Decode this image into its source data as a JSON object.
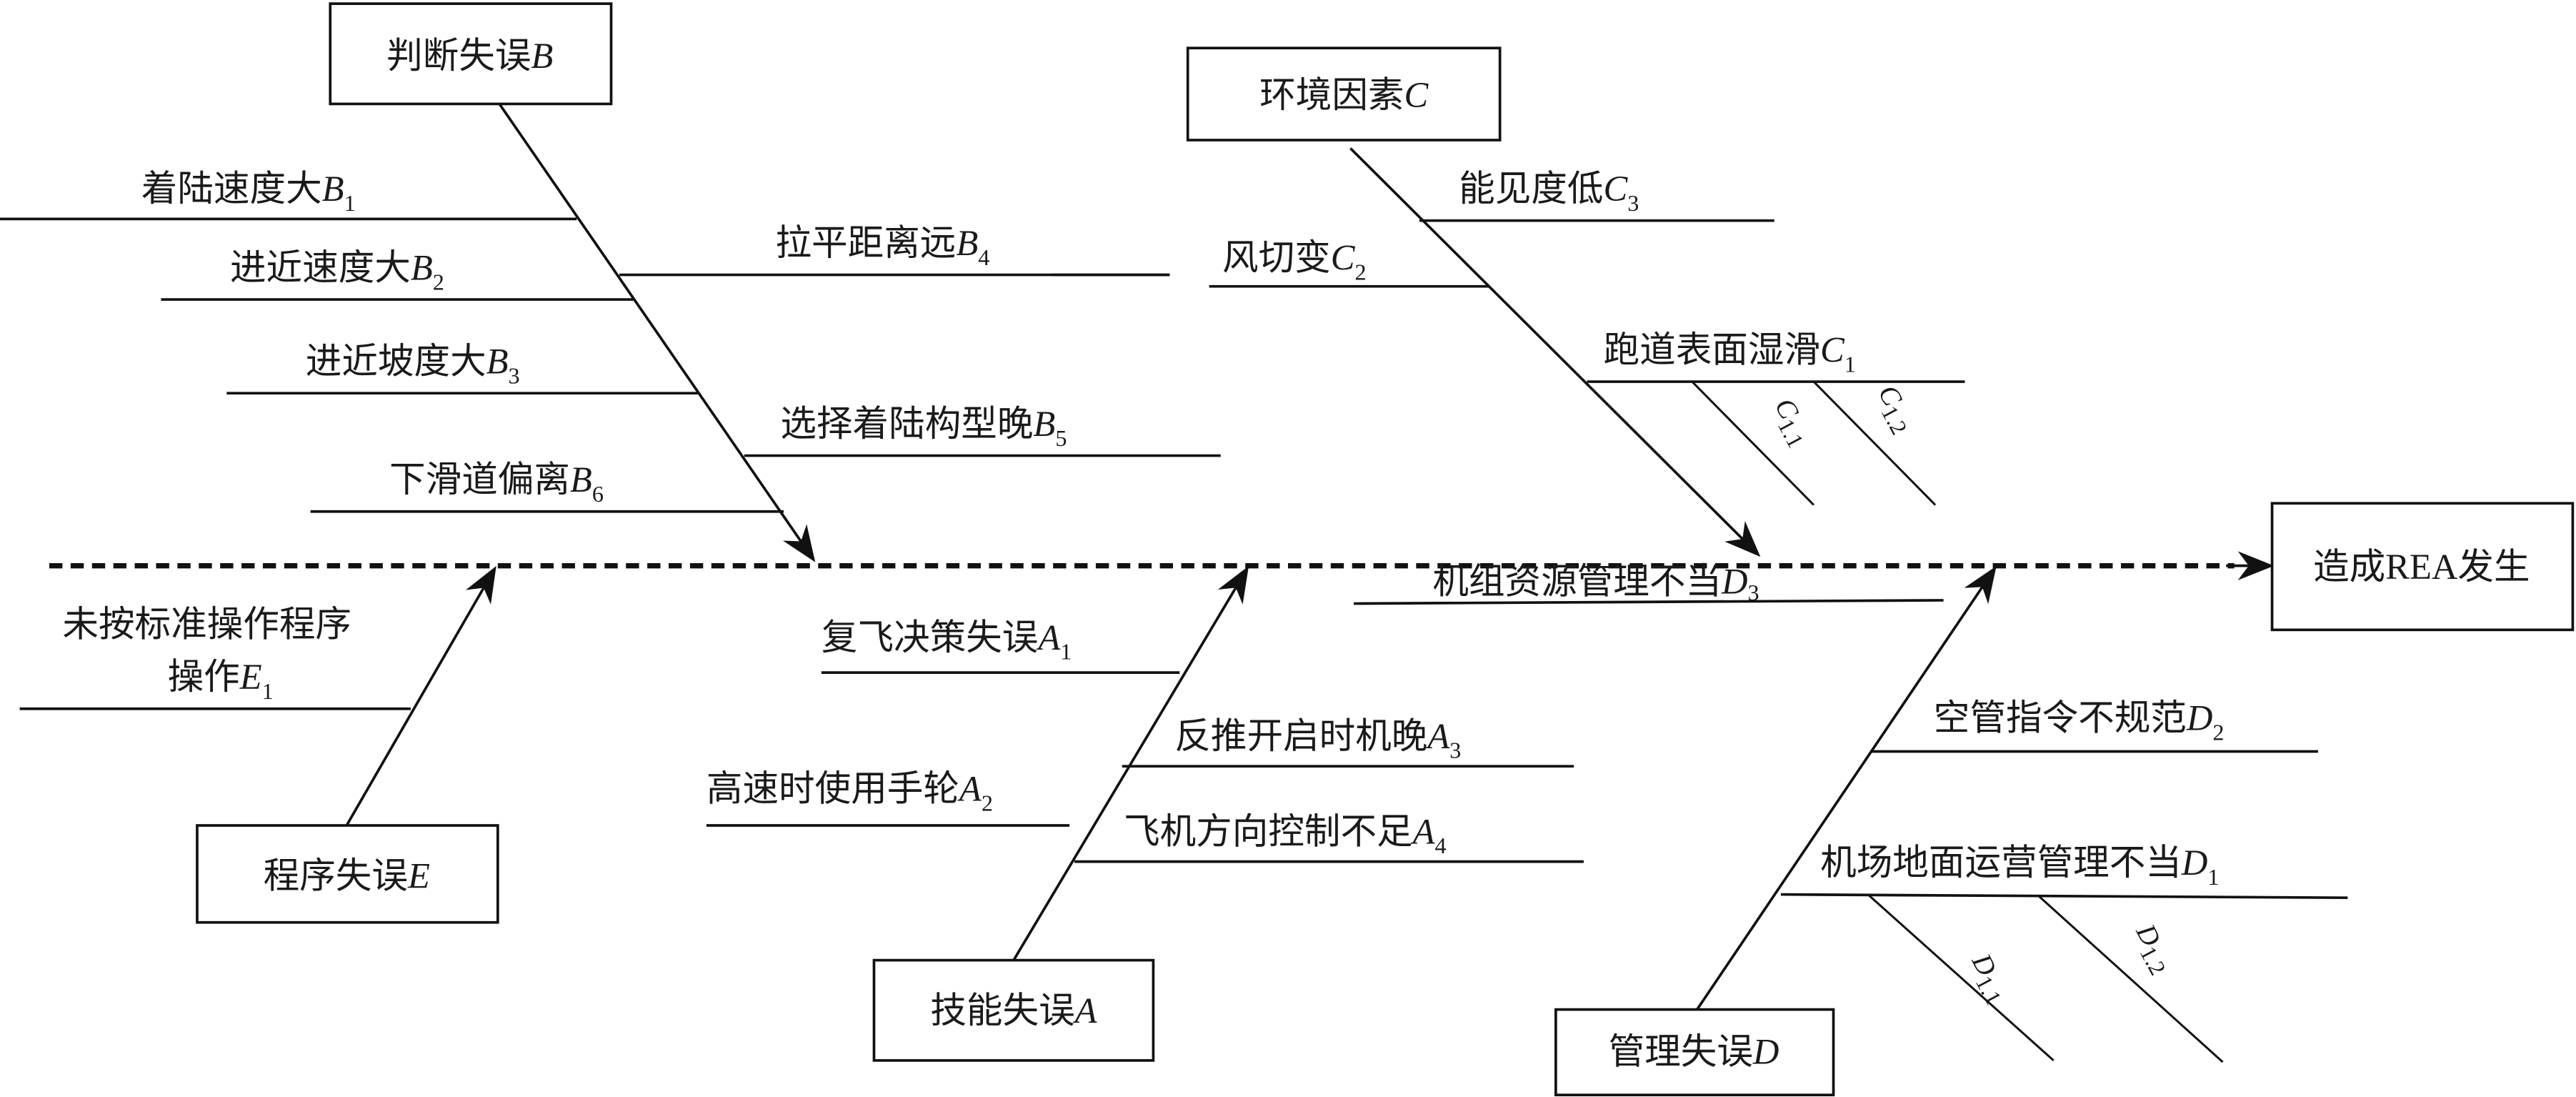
{
  "title": "REA fishbone (cause-and-effect) diagram",
  "effect": {
    "text": "造成REA发生"
  },
  "categories": {
    "B": {
      "label": "判断失误",
      "var": "B"
    },
    "C": {
      "label": "环境因素",
      "var": "C"
    },
    "E": {
      "label": "程序失误",
      "var": "E"
    },
    "A": {
      "label": "技能失误",
      "var": "A"
    },
    "D": {
      "label": "管理失误",
      "var": "D"
    }
  },
  "causes": {
    "B1": {
      "label": "着陆速度大",
      "var": "B",
      "sub": "1"
    },
    "B2": {
      "label": "进近速度大",
      "var": "B",
      "sub": "2"
    },
    "B3": {
      "label": "进近坡度大",
      "var": "B",
      "sub": "3"
    },
    "B4": {
      "label": "拉平距离远",
      "var": "B",
      "sub": "4"
    },
    "B5": {
      "label": "选择着陆构型晚",
      "var": "B",
      "sub": "5"
    },
    "B6": {
      "label": "下滑道偏离",
      "var": "B",
      "sub": "6"
    },
    "C1": {
      "label": "跑道表面湿滑",
      "var": "C",
      "sub": "1"
    },
    "C2": {
      "label": "风切变",
      "var": "C",
      "sub": "2"
    },
    "C3": {
      "label": "能见度低",
      "var": "C",
      "sub": "3"
    },
    "C11": {
      "var": "C",
      "sub": "1.1"
    },
    "C12": {
      "var": "C",
      "sub": "1.2"
    },
    "E1": {
      "line1": "未按标准操作程序",
      "label": "操作",
      "var": "E",
      "sub": "1"
    },
    "A1": {
      "label": "复飞决策失误",
      "var": "A",
      "sub": "1"
    },
    "A2": {
      "label": "高速时使用手轮",
      "var": "A",
      "sub": "2"
    },
    "A3": {
      "label": "反推开启时机晚",
      "var": "A",
      "sub": "3"
    },
    "A4": {
      "label": "飞机方向控制不足",
      "var": "A",
      "sub": "4"
    },
    "D1": {
      "label": "机场地面运营管理不当",
      "var": "D",
      "sub": "1"
    },
    "D2": {
      "label": "空管指令不规范",
      "var": "D",
      "sub": "2"
    },
    "D3": {
      "label": "机组资源管理不当",
      "var": "D",
      "sub": "3"
    },
    "D11": {
      "var": "D",
      "sub": "1.1"
    },
    "D12": {
      "var": "D",
      "sub": "1.2"
    }
  }
}
